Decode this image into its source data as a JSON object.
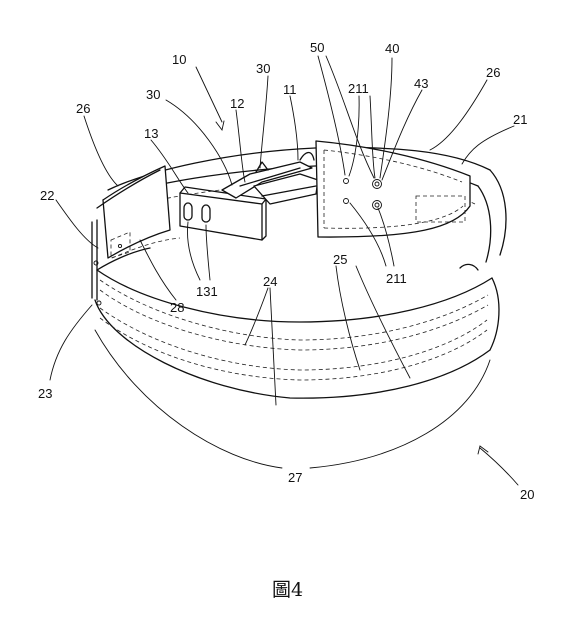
{
  "caption": "圖4",
  "labels": {
    "l10": "10",
    "l30a": "30",
    "l30b": "30",
    "l12": "12",
    "l11": "11",
    "l50": "50",
    "l40": "40",
    "l211a": "211",
    "l43": "43",
    "l26a": "26",
    "l26b": "26",
    "l21": "21",
    "l13": "13",
    "l22": "22",
    "l25": "25",
    "l24": "24",
    "l211b": "211",
    "l131": "131",
    "l28": "28",
    "l23": "23",
    "l27": "27",
    "l20": "20"
  }
}
